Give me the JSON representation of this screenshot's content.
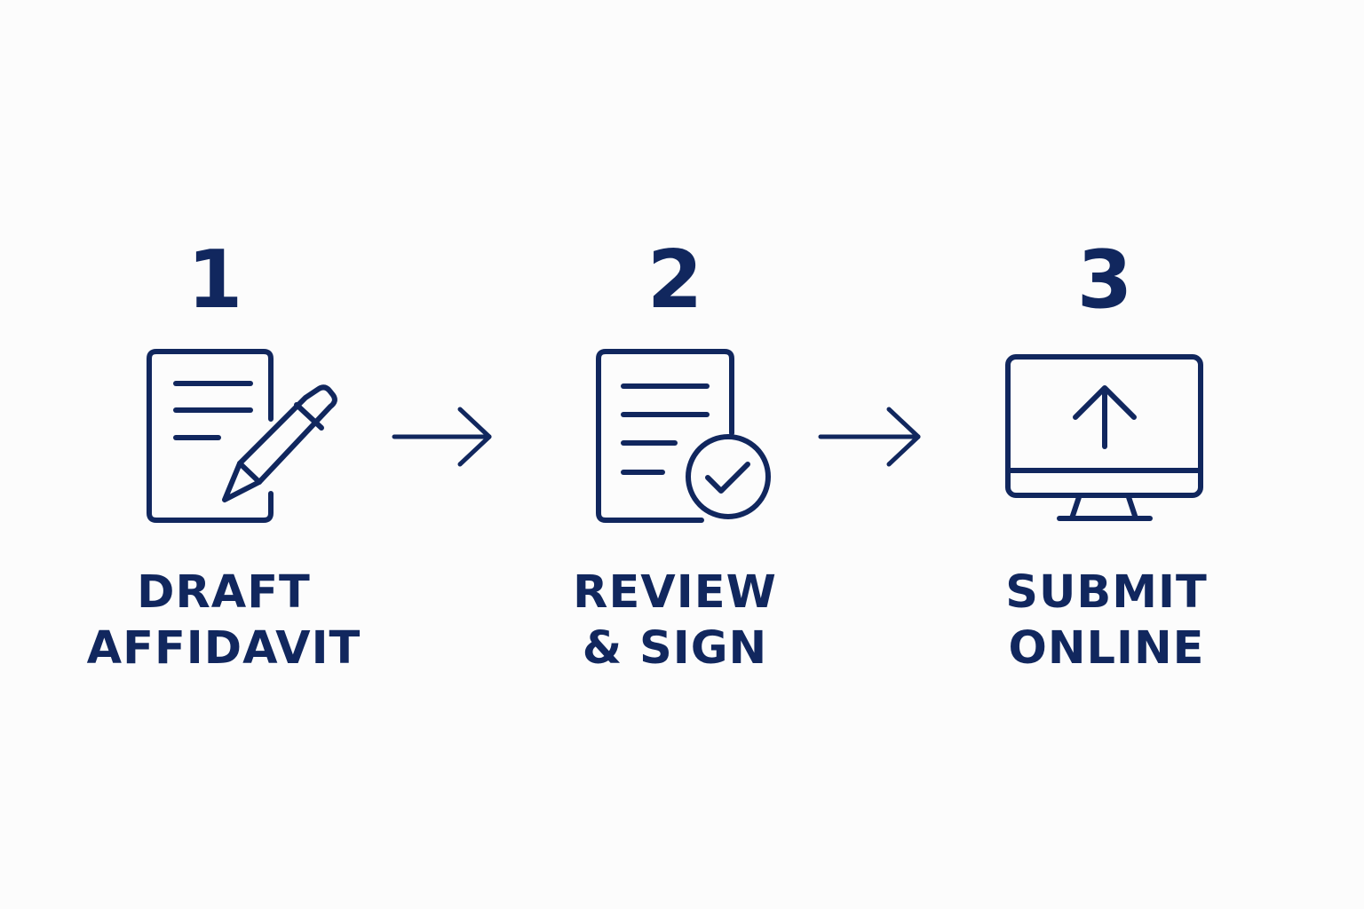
{
  "accent_color": "#11275e",
  "background_color": "#fcfcfc",
  "steps": [
    {
      "number": "1",
      "label_lines": [
        "DRAFT",
        "AFFIDAVIT"
      ],
      "icon": "document-pencil-icon"
    },
    {
      "number": "2",
      "label_lines": [
        "REVIEW",
        "& SIGN"
      ],
      "icon": "document-check-icon"
    },
    {
      "number": "3",
      "label_lines": [
        "SUBMIT",
        "ONLINE"
      ],
      "icon": "monitor-upload-icon"
    }
  ],
  "connectors": [
    "arrow-right-icon",
    "arrow-right-icon"
  ]
}
